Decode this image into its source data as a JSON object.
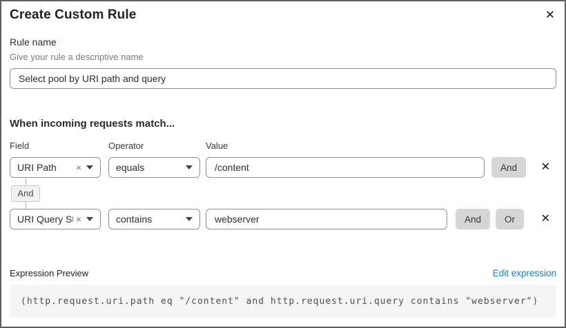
{
  "dialog": {
    "title": "Create Custom Rule"
  },
  "icons": {
    "close": "✕",
    "remove": "✕",
    "clear": "×"
  },
  "rule_name": {
    "label": "Rule name",
    "helper": "Give your rule a descriptive name",
    "value": "Select pool by URI path and query"
  },
  "match": {
    "heading": "When incoming requests match...",
    "columns": {
      "field": "Field",
      "operator": "Operator",
      "value": "Value"
    },
    "rows": [
      {
        "field": "URI Path",
        "operator": "equals",
        "value": "/content",
        "buttons": [
          "And"
        ]
      },
      {
        "field": "URI Query St...",
        "operator": "contains",
        "value": "webserver",
        "buttons": [
          "And",
          "Or"
        ]
      }
    ],
    "connector": "And"
  },
  "expression": {
    "label": "Expression Preview",
    "edit_link": "Edit expression",
    "code": "(http.request.uri.path eq \"/content\" and http.request.uri.query contains \"webserver\")"
  },
  "colors": {
    "link_blue": "#1f7bbd",
    "button_gray": "#d6d6d6",
    "border_gray": "#8f8f8f",
    "code_background": "#f5f5f5"
  }
}
